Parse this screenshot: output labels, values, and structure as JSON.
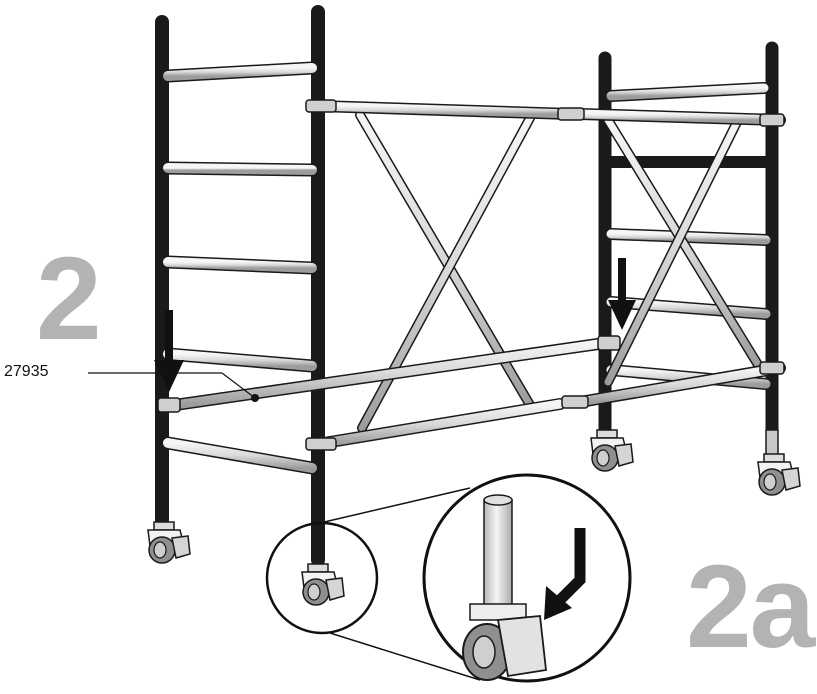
{
  "step": {
    "main": "2",
    "detail": "2a"
  },
  "callout": {
    "part_number": "27935"
  },
  "colors": {
    "tube_fill": "#e9e9e9",
    "tube_shade": "#a7a7a7",
    "outline": "#1a1a1a",
    "label_gray": "#b3b3b3",
    "arrow": "#111111"
  },
  "icons": [
    "down-arrow-icon",
    "caster-wheel-icon",
    "magnify-circle-icon"
  ]
}
